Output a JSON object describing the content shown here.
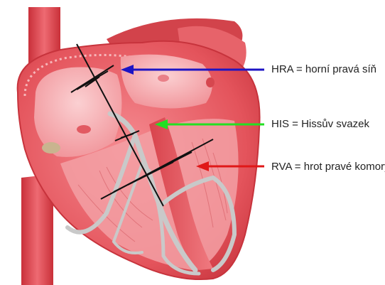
{
  "labels": {
    "hra": "HRA = horní pravá síň",
    "his": "HIS = Hissův svazek",
    "rva": "RVA = hrot pravé komory"
  },
  "colors": {
    "hra_arrow": "#1d14c4",
    "his_arrow": "#22e022",
    "rva_arrow": "#e01818",
    "myocardium": "#e8545c",
    "chamber_light": "#f6a6aa",
    "conduction": "#c8c8c8",
    "catheter": "#111111"
  }
}
